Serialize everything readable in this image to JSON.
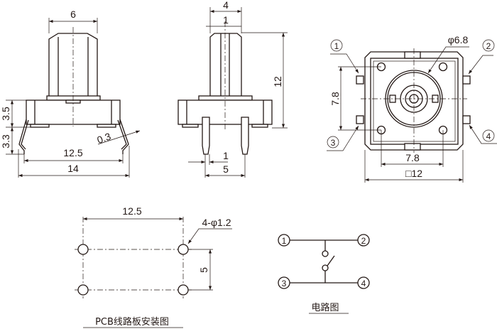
{
  "front_view": {
    "width_6": "6",
    "dim_3_5": "3.5",
    "dim_3_3": "3.3",
    "pitch_12_5": "12.5",
    "total_14": "14",
    "lead_0_3": "0.3"
  },
  "side_view": {
    "dim_4": "4",
    "dim_1_top": "1",
    "height_12": "12",
    "dim_1_bottom": "1",
    "dim_5": "5"
  },
  "top_view": {
    "dia_label": "φ6.8",
    "pin_1": "1",
    "pin_2": "2",
    "pin_3": "3",
    "pin_4": "4",
    "dim_7_8_v": "7.8",
    "dim_7_8_h": "7.8",
    "size_label": "□12"
  },
  "pcb_layout": {
    "pitch_12_5": "12.5",
    "hole_label": "4-φ1.2",
    "spacing_5": "5",
    "caption": "PCB线路板安装图"
  },
  "circuit": {
    "pin_1": "1",
    "pin_2": "2",
    "pin_3": "3",
    "pin_4": "4",
    "caption": "电路图"
  }
}
